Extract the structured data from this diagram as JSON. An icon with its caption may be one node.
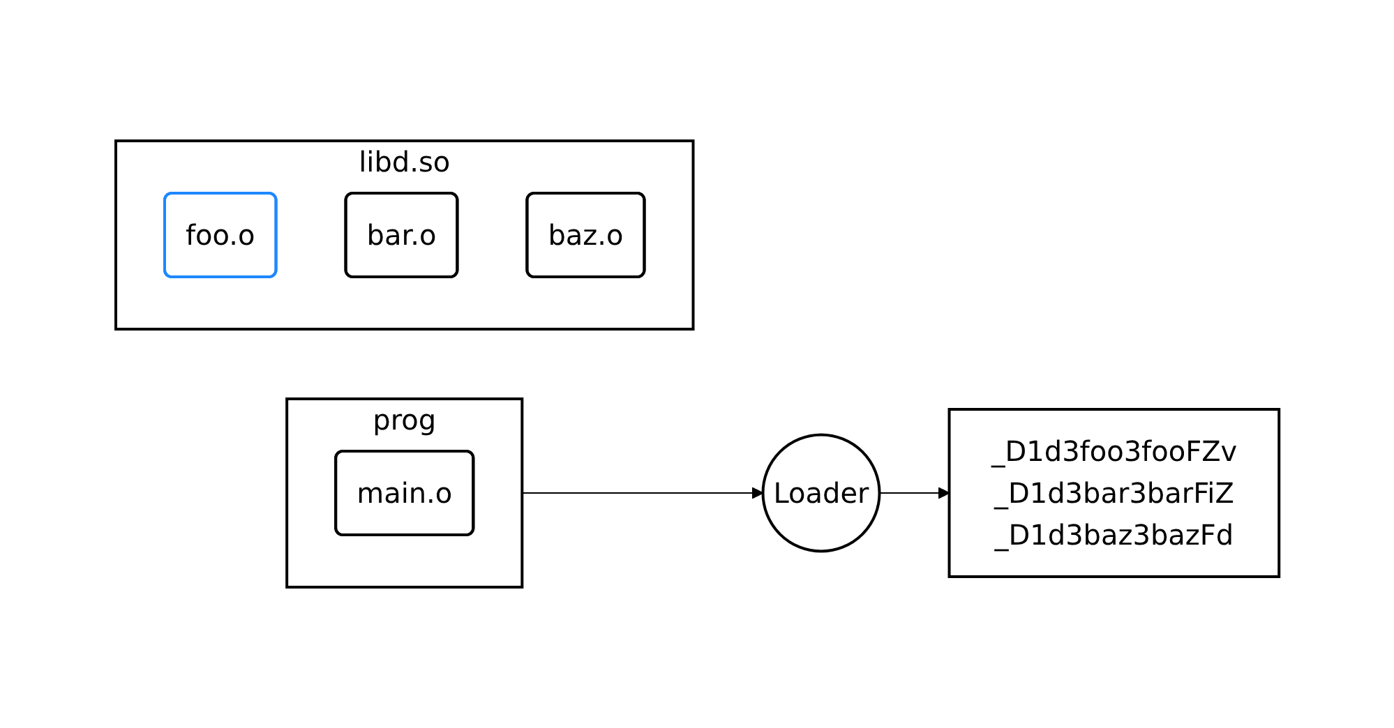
{
  "diagram": {
    "nodes": [
      {
        "text": [
          "prog"
        ]
      },
      {
        "text": [
          "main.o"
        ],
        "in": 0
      },
      {
        "text": [
          "Loader"
        ]
      },
      {
        "text": [
          "_D1d3foo3fooFZv",
          "_D1d3bar3barFiZ",
          "_D1d3baz3bazFd"
        ]
      },
      {
        "text": [
          "libd.so"
        ]
      },
      {
        "text": [
          "foo.o"
        ],
        "in": 4
      },
      {
        "text": [
          "bar.o"
        ],
        "in": 4
      },
      {
        "text": [
          "baz.o"
        ],
        "in": 4
      }
    ],
    "edges": [
      {
        "from": 0,
        "to": 2,
        "arrow": "to"
      },
      {
        "from": 2,
        "to": 3,
        "arrow": "to"
      }
    ]
  }
}
